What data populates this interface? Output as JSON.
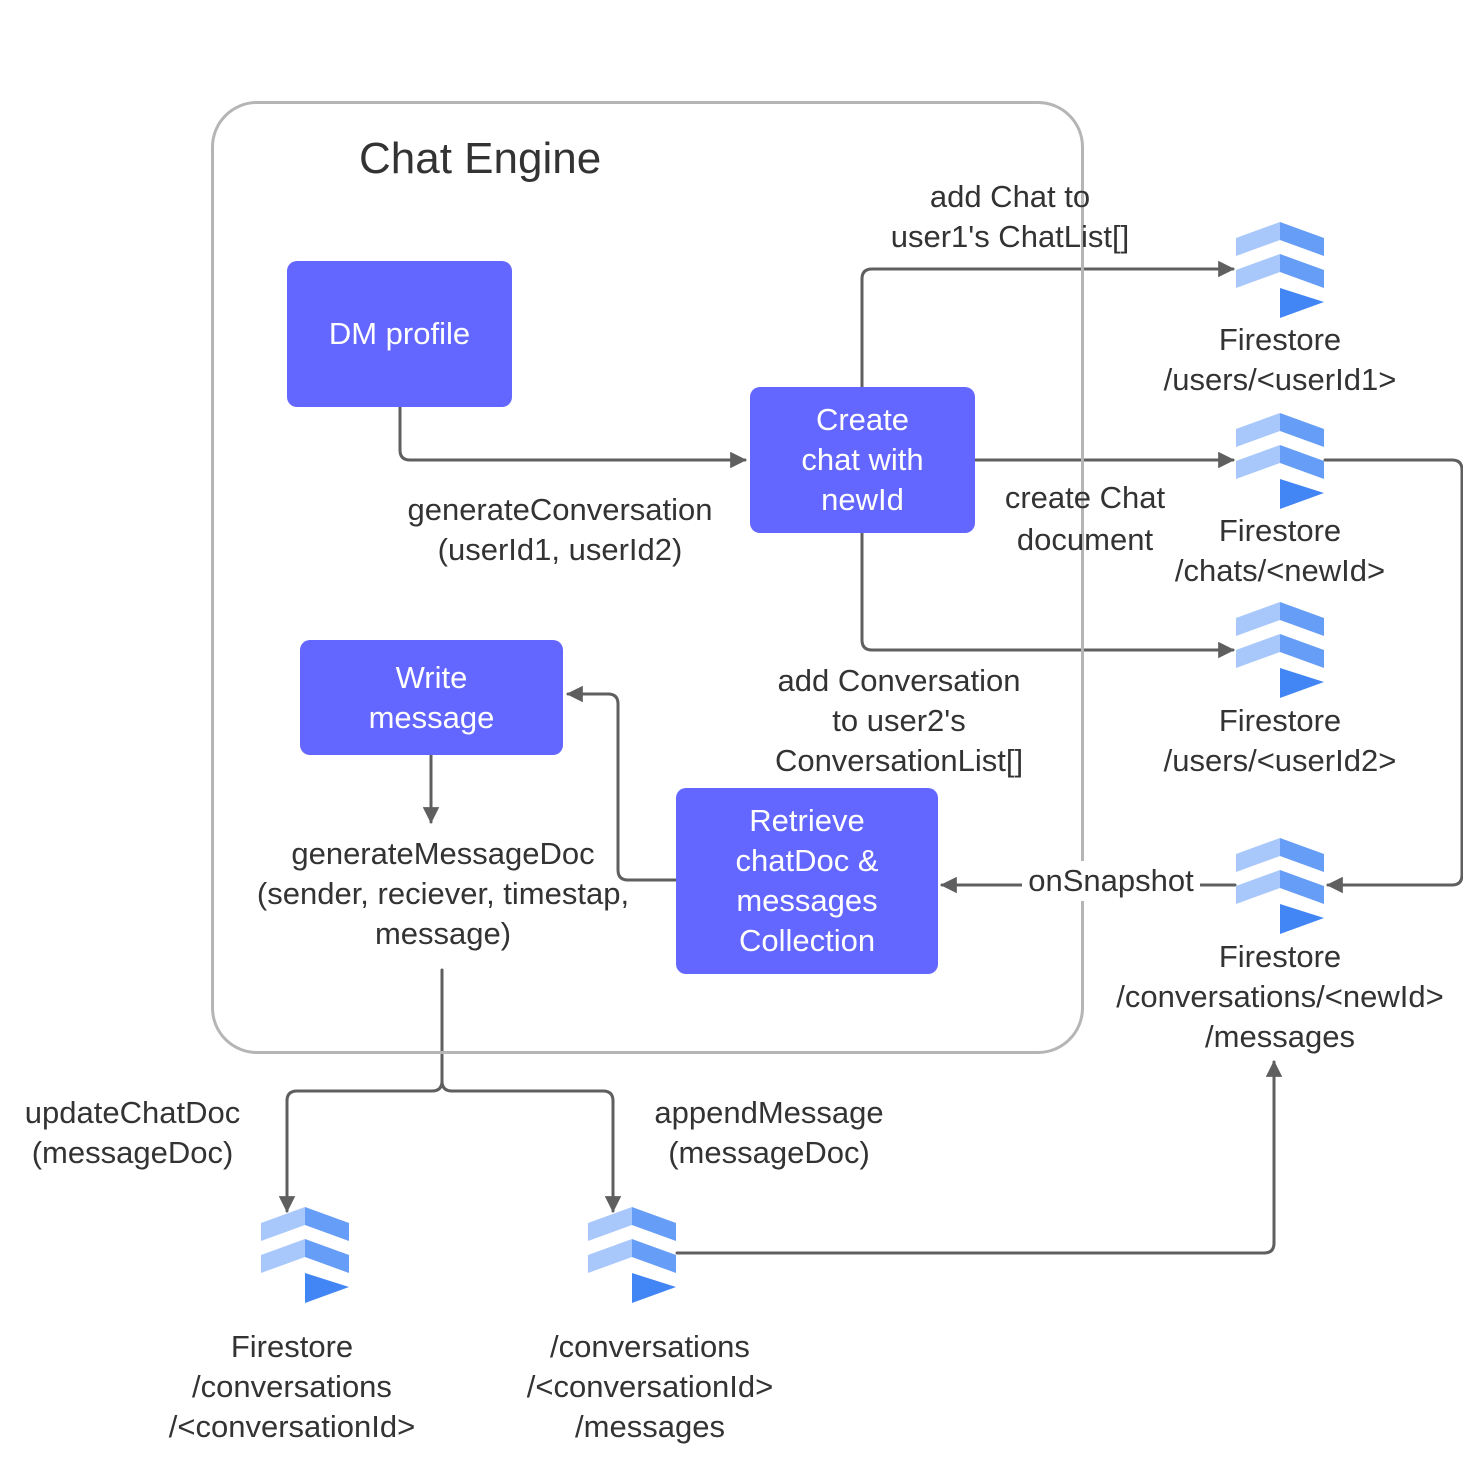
{
  "colors": {
    "node_fill": "#6366ff",
    "node_text": "#ffffff",
    "edge": "#5f5f5f",
    "frame": "#b5b5b5",
    "firestore_light": "#a8c7fa",
    "firestore_mid": "#669df6",
    "firestore_dark": "#4285f4"
  },
  "container": {
    "title": "Chat Engine"
  },
  "nodes": {
    "dm_profile": [
      "DM profile"
    ],
    "create_chat": [
      "Create",
      "chat with",
      "newId"
    ],
    "write_message": [
      "Write",
      "message"
    ],
    "retrieve": [
      "Retrieve",
      "chatDoc &",
      "messages",
      "Collection"
    ]
  },
  "edge_labels": {
    "generate_conversation": [
      "generateConversation",
      "(userId1, userId2)"
    ],
    "add_chat": [
      "add Chat to",
      "user1's ChatList[]"
    ],
    "create_chat_document": [
      "create Chat",
      "document"
    ],
    "add_conversation": [
      "add Conversation",
      "to user2's",
      "ConversationList[]"
    ],
    "on_snapshot": [
      "onSnapshot"
    ],
    "generate_message_doc": [
      "generateMessageDoc",
      "(sender, reciever, timestap,",
      "message)"
    ],
    "update_chat_doc": [
      "updateChatDoc",
      "(messageDoc)"
    ],
    "append_message": [
      "appendMessage",
      "(messageDoc)"
    ]
  },
  "firestore_nodes": {
    "users_user1": {
      "icon": "firestore-icon",
      "label": [
        "Firestore",
        "/users/<userId1>"
      ]
    },
    "chats_newid": {
      "icon": "firestore-icon",
      "label": [
        "Firestore",
        "/chats/<newId>"
      ]
    },
    "users_user2": {
      "icon": "firestore-icon",
      "label": [
        "Firestore",
        "/users/<userId2>"
      ]
    },
    "conversations_newid_messages": {
      "icon": "firestore-icon",
      "label": [
        "Firestore",
        "/conversations/<newId>",
        "/messages"
      ]
    },
    "conversations_convid": {
      "icon": "firestore-icon",
      "label": [
        "Firestore",
        "/conversations",
        "/<conversationId>"
      ]
    },
    "conversations_convid_messages": {
      "icon": "firestore-icon",
      "label": [
        "/conversations",
        "/<conversationId>",
        "/messages"
      ]
    }
  }
}
